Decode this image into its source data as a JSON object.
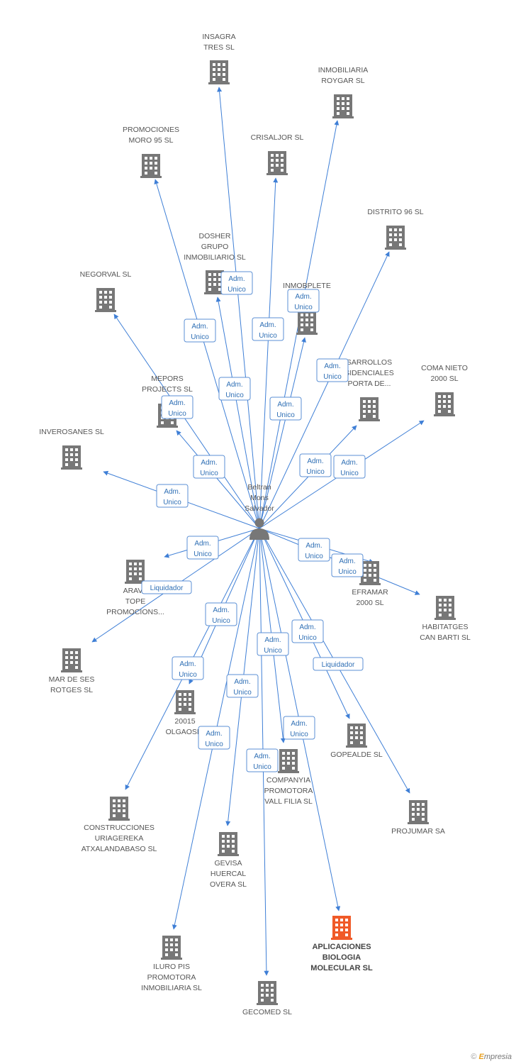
{
  "center": {
    "name_lines": [
      "Beltran",
      "Mons",
      "Salvador"
    ],
    "icon": "person-icon"
  },
  "colors": {
    "edge": "#3f7fd6",
    "node": "#777777",
    "highlight": "#f05a28",
    "badge_border": "#5b8fd4"
  },
  "companies": [
    {
      "id": "insagra",
      "lines": [
        "INSAGRA",
        "TRES SL"
      ]
    },
    {
      "id": "roygar",
      "lines": [
        "INMOBILIARIA",
        "ROYGAR SL"
      ]
    },
    {
      "id": "moro",
      "lines": [
        "PROMOCIONES",
        "MORO 95 SL"
      ]
    },
    {
      "id": "crisaljor",
      "lines": [
        "CRISALJOR SL"
      ]
    },
    {
      "id": "distrito",
      "lines": [
        "DISTRITO 96 SL"
      ]
    },
    {
      "id": "dosher",
      "lines": [
        "DOSHER",
        "GRUPO",
        "INMOBILIARIO SL"
      ]
    },
    {
      "id": "negorval",
      "lines": [
        "NEGORVAL SL"
      ]
    },
    {
      "id": "inmobplete",
      "lines": [
        "INMOBPLETE"
      ]
    },
    {
      "id": "desarrollos",
      "lines": [
        "SARROLLOS",
        "SIDENCIALES",
        "PORTA DE..."
      ]
    },
    {
      "id": "coma",
      "lines": [
        "COMA NIETO",
        "2000 SL"
      ]
    },
    {
      "id": "mepors",
      "lines": [
        "MEPORS",
        "PROJECTS SL"
      ]
    },
    {
      "id": "inverosanes",
      "lines": [
        "INVEROSANES SL"
      ]
    },
    {
      "id": "aravella",
      "lines": [
        "ARAVE",
        "TOPE",
        "PROMOCIONS..."
      ]
    },
    {
      "id": "eframar",
      "lines": [
        "EFRAMAR",
        "2000 SL"
      ]
    },
    {
      "id": "habitatges",
      "lines": [
        "HABITATGES",
        "CAN BARTI SL"
      ]
    },
    {
      "id": "marses",
      "lines": [
        "MAR DE SES",
        "ROTGES SL"
      ]
    },
    {
      "id": "olgaosdi",
      "lines": [
        "20015",
        "OLGAOSDI"
      ]
    },
    {
      "id": "gopealde",
      "lines": [
        "GOPEALDE SL"
      ]
    },
    {
      "id": "companyia",
      "lines": [
        "COMPANYIA",
        "PROMOTORA",
        "VALL FILIA SL"
      ]
    },
    {
      "id": "construcciones",
      "lines": [
        "CONSTRUCCIONES",
        "URIAGEREKA",
        "ATXALANDABASO SL"
      ]
    },
    {
      "id": "projumar",
      "lines": [
        "PROJUMAR SA"
      ]
    },
    {
      "id": "gevisa",
      "lines": [
        "GEVISA",
        "HUERCAL",
        "OVERA SL"
      ]
    },
    {
      "id": "aplicaciones",
      "lines": [
        "APLICACIONES",
        "BIOLOGIA",
        "MOLECULAR SL"
      ]
    },
    {
      "id": "iluro",
      "lines": [
        "ILURO PIS",
        "PROMOTORA",
        "INMOBILIARIA SL"
      ]
    },
    {
      "id": "gecomed",
      "lines": [
        "GECOMED SL"
      ]
    }
  ],
  "badges": {
    "adm": [
      "Adm.",
      "Unico"
    ],
    "liquidador": [
      "Liquidador"
    ]
  },
  "footer": {
    "copyright": "©",
    "brand_initial": "E",
    "brand_rest": "mpresia"
  }
}
